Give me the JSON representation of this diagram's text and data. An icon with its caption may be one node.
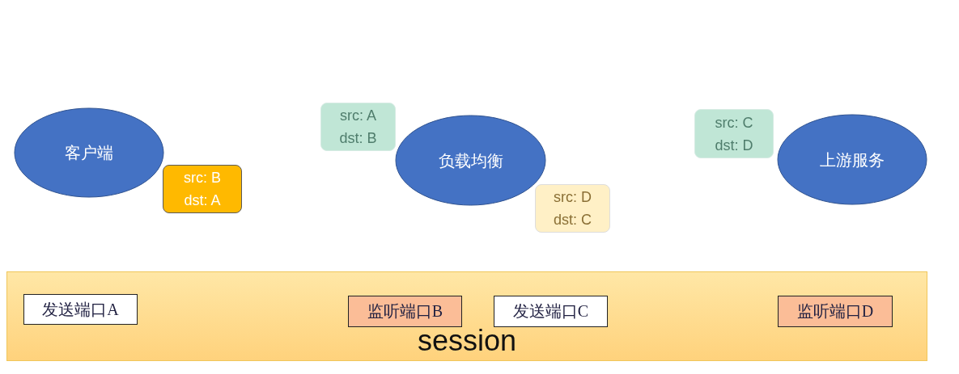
{
  "diagram": {
    "nodes": [
      {
        "text": [
          "客户端"
        ]
      },
      {
        "text": [
          "src: B",
          "dst: A"
        ]
      },
      {
        "text": [
          "src: A",
          "dst: B"
        ]
      },
      {
        "text": [
          "负载均衡"
        ]
      },
      {
        "text": [
          "src: D",
          "dst: C"
        ]
      },
      {
        "text": [
          "src: C",
          "dst: D"
        ]
      },
      {
        "text": [
          "上游服务"
        ]
      },
      {
        "text": [
          "session"
        ]
      },
      {
        "text": [
          "发送端口A"
        ],
        "in": 7
      },
      {
        "text": [
          "监听端口B"
        ],
        "in": 7
      },
      {
        "text": [
          "发送端口C"
        ],
        "in": 7
      },
      {
        "text": [
          "监听端口D"
        ],
        "in": 7
      }
    ]
  }
}
